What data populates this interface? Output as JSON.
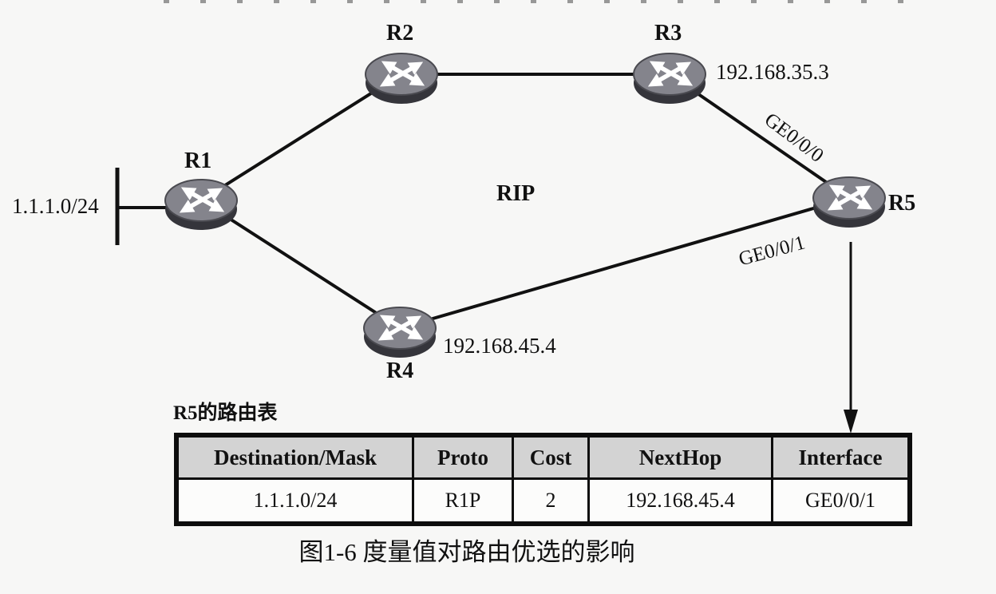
{
  "colors": {
    "background": "#f7f7f6",
    "line": "#111111",
    "router_top": "#84848c",
    "router_base": "#35353b",
    "table_header_bg": "#d3d3d3",
    "table_body_bg": "#fcfcfb"
  },
  "diagram": {
    "protocol_label": "RIP",
    "stub_network_label": "1.1.1.0/24",
    "routers": {
      "r1": {
        "label": "R1"
      },
      "r2": {
        "label": "R2"
      },
      "r3": {
        "label": "R3",
        "ip": "192.168.35.3"
      },
      "r4": {
        "label": "R4",
        "ip": "192.168.45.4"
      },
      "r5": {
        "label": "R5"
      }
    },
    "interfaces": {
      "ge000": "GE0/0/0",
      "ge001": "GE0/0/1"
    }
  },
  "routing_table": {
    "title": "R5的路由表",
    "headers": [
      "Destination/Mask",
      "Proto",
      "Cost",
      "NextHop",
      "Interface"
    ],
    "rows": [
      [
        "1.1.1.0/24",
        "R1P",
        "2",
        "192.168.45.4",
        "GE0/0/1"
      ]
    ]
  },
  "caption": "图1-6 度量值对路由优选的影响"
}
